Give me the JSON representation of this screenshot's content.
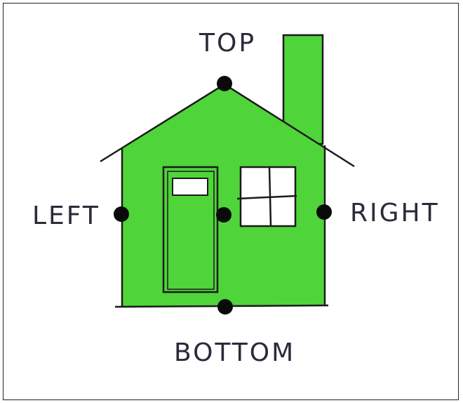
{
  "labels": {
    "top": "TOP",
    "left": "LEFT",
    "right": "RIGHT",
    "bottom": "BOTTOM"
  },
  "colors": {
    "house_fill": "#4fd43a",
    "outline": "#1a1a1a",
    "point": "#0a0a0a"
  }
}
